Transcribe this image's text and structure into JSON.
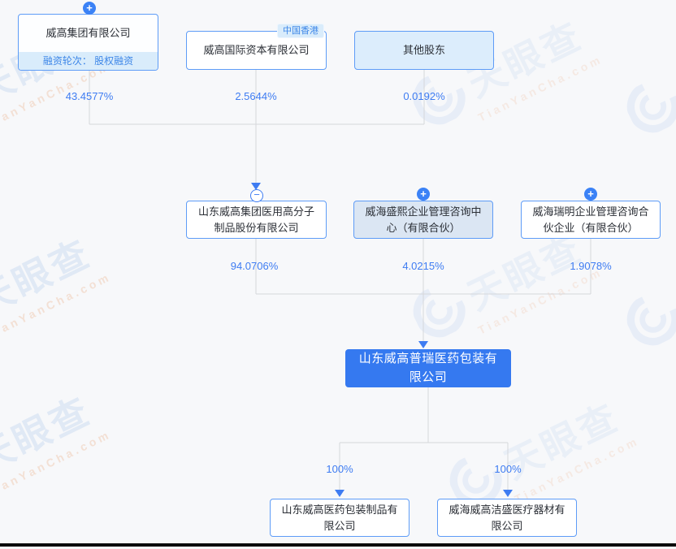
{
  "watermark": {
    "brand": "天眼查",
    "domain": "TianYanCha.com"
  },
  "colors": {
    "accent": "#3e7cf2",
    "box_border": "#5e9cf7",
    "light_fill": "#d9ecfb",
    "mid_fill": "#dbe6f3",
    "target_bg": "#3579f0",
    "line": "#d5d7db"
  },
  "top_row": [
    {
      "name": "威高集团有限公司",
      "badge": "+",
      "footer": "融资轮次： 股权融资",
      "percent": "43.4577%"
    },
    {
      "name": "威高国际资本有限公司",
      "tag": "中国香港",
      "percent": "2.5644%"
    },
    {
      "name": "其他股东",
      "percent": "0.0192%"
    }
  ],
  "mid_row": [
    {
      "name": "山东威高集团医用高分子制品股份有限公司",
      "badge": "−",
      "percent": "94.0706%"
    },
    {
      "name": "威海盛熙企业管理咨询中心（有限合伙）",
      "badge": "+",
      "percent": "4.0215%"
    },
    {
      "name": "威海瑞明企业管理咨询合伙企业（有限合伙）",
      "badge": "+",
      "percent": "1.9078%"
    }
  ],
  "target": {
    "name": "山东威高普瑞医药包装有限公司"
  },
  "bottom_row": [
    {
      "name": "山东威高医药包装制品有限公司",
      "percent": "100%"
    },
    {
      "name": "威海威高洁盛医疗器材有限公司",
      "percent": "100%"
    }
  ]
}
